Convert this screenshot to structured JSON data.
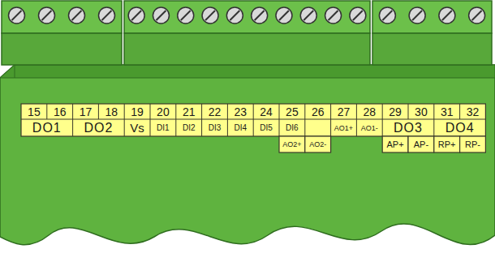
{
  "diagram": {
    "labels": [
      "15",
      "16",
      "17",
      "18",
      "19",
      "20",
      "21",
      "22",
      "23",
      "24",
      "25",
      "26",
      "27",
      "28",
      "29",
      "30",
      "31",
      "32",
      "DO1",
      "DO2",
      "Vs",
      "DI1",
      "DI2",
      "DI3",
      "DI4",
      "DI5",
      "DI6",
      "AO1+",
      "AO1-",
      "DO3",
      "DO4",
      "AO2+",
      "AO2-",
      "AP+",
      "AP-",
      "RP+",
      "RP-"
    ]
  }
}
